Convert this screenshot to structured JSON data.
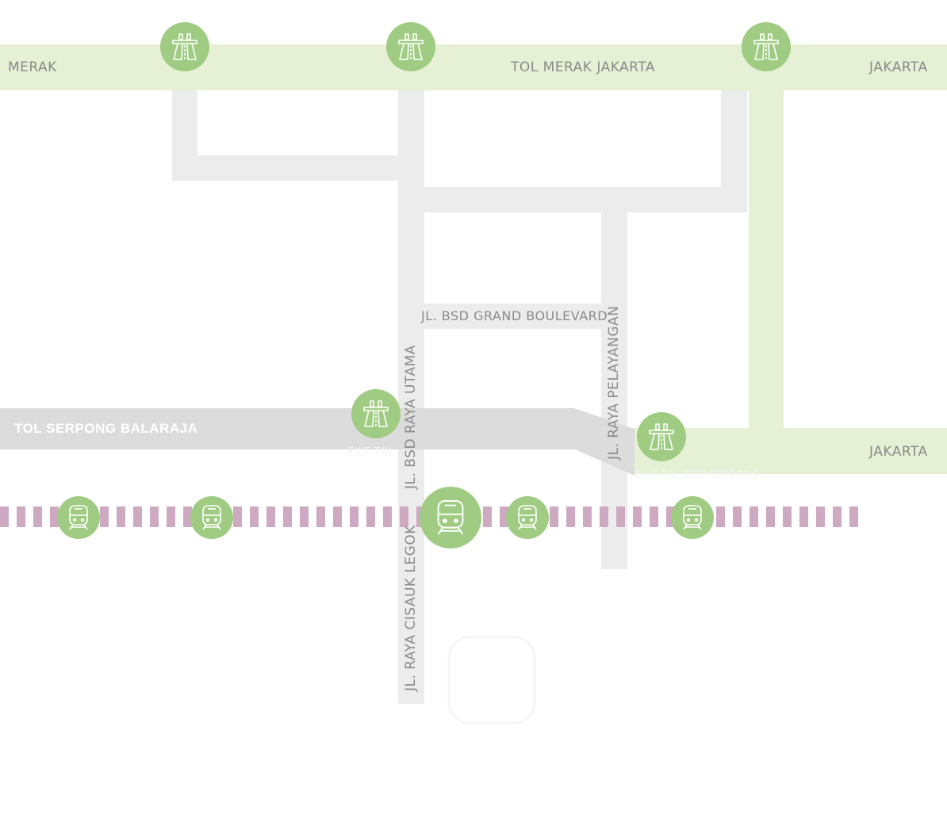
{
  "toll_roads": {
    "merak_jakarta": {
      "west_label": "MERAK",
      "name": "TOL MERAK JAKARTA",
      "east_label": "JAKARTA"
    },
    "serpong_balaraja": {
      "name": "TOL SERPONG BALARAJA",
      "east_label": "JAKARTA"
    }
  },
  "roads": {
    "bsd_grand_boulevard": "JL. BSD GRAND BOULEVARD",
    "bsd_raya_utama": "JL. BSD RAYA UTAMA",
    "raya_pelayangan": "JL. RAYA PELAYANGAN",
    "raya_cisauk_legok": "JL. RAYA CISAUK LEGOK"
  },
  "faint_labels": {
    "exit_tol": "EXIT TOL",
    "exit_tol_serpong": "EXIT TOL BSD SERPONG"
  },
  "icons": {
    "toll_gate": "toll-gate-icon",
    "train_station": "train-icon",
    "main_station": "main-train-station-icon"
  },
  "colors": {
    "toll_road": "#e6f0d4",
    "regular_road": "#ececec",
    "serpong_toll_road": "#dcdcdc",
    "icon_circle": "#9fcc82",
    "railway": "#cda9c2",
    "label": "#8a8a8a"
  }
}
